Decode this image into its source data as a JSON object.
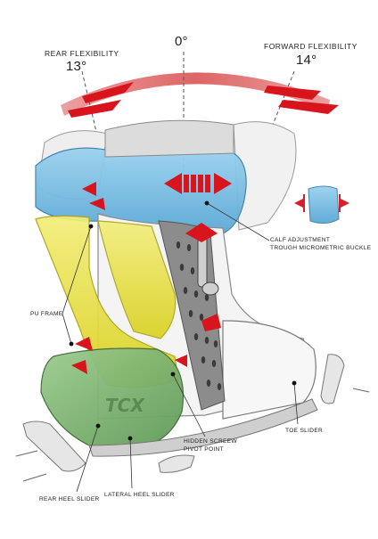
{
  "diagram": {
    "rear_flexibility": {
      "label": "REAR FLEXIBILITY",
      "value": "13°"
    },
    "center_angle": "0°",
    "forward_flexibility": {
      "label": "FORWARD FLEXIBILITY",
      "value": "14°"
    },
    "callouts": {
      "calf_adjustment_line1": "CALF ADJUSTMENT",
      "calf_adjustment_line2": "TROUGH MICROMETRIC BUCKLE",
      "pu_frame": "PU FRAME",
      "toe_slider": "TOE SLIDER",
      "hidden_screw_line1": "HIDDEN SCREEW",
      "hidden_screw_line2": "PIVOT POINT",
      "rear_heel_slider": "REAR HEEL SLIDER",
      "lateral_heel_slider": "LATERAL HEEL SLIDER"
    },
    "brand_logo": "TCX",
    "colors": {
      "calf_shell": "#7cc0e4",
      "pu_frame": "#e8e13c",
      "heel_cup": "#7fb274",
      "flex_arrows": "#d8141c",
      "arc": "#d84a4a"
    }
  }
}
